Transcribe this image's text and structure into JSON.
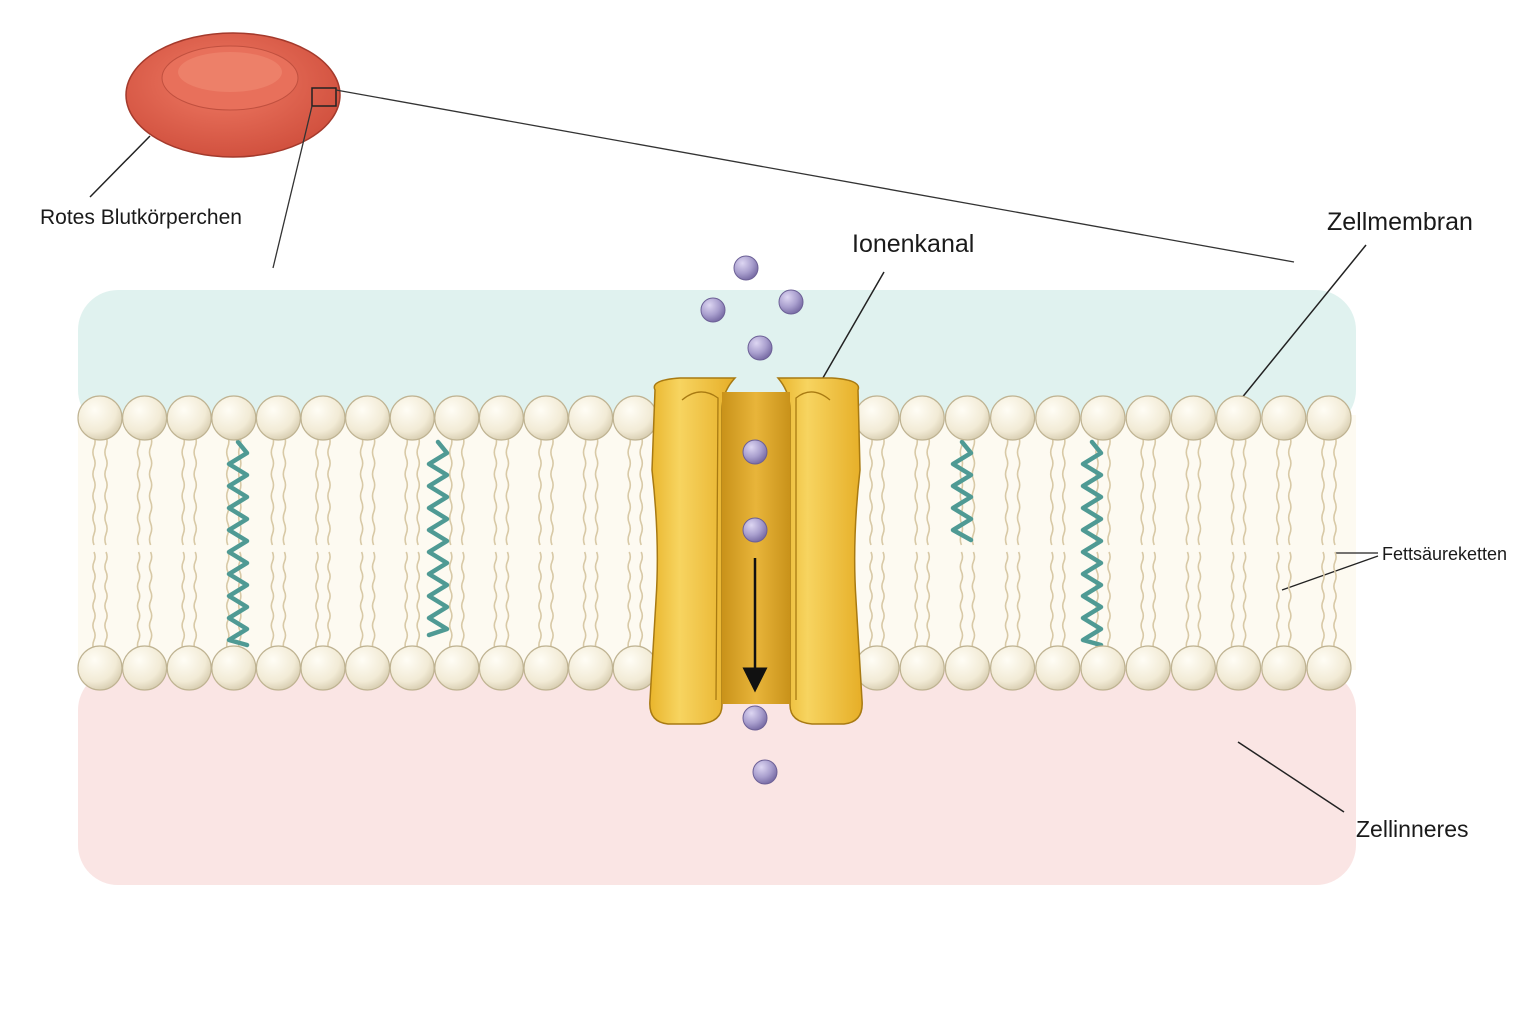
{
  "labels": {
    "red_blood_cell": "Rotes Blutkörperchen",
    "ion_channel": "Ionenkanal",
    "cell_membrane": "Zellmembran",
    "fatty_acid_chains": "Fettsäureketten",
    "cell_interior": "Zellinneres"
  },
  "colors": {
    "extracellular": "#d6eeea",
    "intracellular": "#f9dedd",
    "phospholipid_head": "#f4eedb",
    "lipid_tail": "#d8c9a6",
    "channel_protein": "#f2c94c",
    "ion": "#a99fce",
    "unsaturated_tail": "#4f9a94",
    "red_blood_cell": "#e0614d"
  }
}
